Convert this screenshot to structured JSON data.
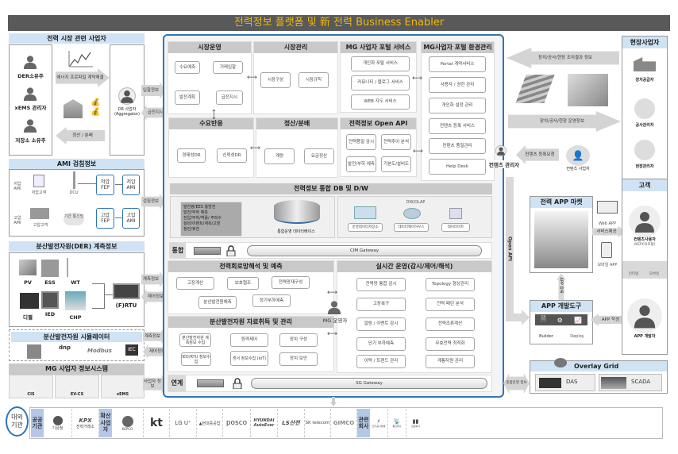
{
  "title": "전력정보 플랫폼 및 新 전력 Business Enabler",
  "market": {
    "header": "전력 시장 관련 사업자",
    "der_owner": "DER소유주",
    "xems": "xEMS 관리자",
    "storage_owner": "저장소 소유주",
    "contract": "에너지 프로파일 계약체결",
    "settle": "정산 / 분배",
    "dr": "DR 사업자",
    "dr2": "(Aggregator)",
    "bid": "입찰정보",
    "dispatch": "급전지시"
  },
  "ami": {
    "header": "AMI 검침정보",
    "low_ami": "저압 AMI",
    "low_customer": "저압고객",
    "dcu": "DCU",
    "low_fep": "저압 FEP",
    "low_ami_box": "저압 AMI",
    "high_ami": "고압 AMI",
    "high_customer": "고압고객",
    "network": "기간 통신망",
    "high_fep": "고압 FEP",
    "high_ami_box": "고압 AMI",
    "meter_info": "검침정보"
  },
  "der": {
    "header": "분산발전자원(DER) 계측정보",
    "items": [
      "PV",
      "ESS",
      "WT",
      "디젤",
      "IED",
      "CHP"
    ],
    "rtu": "(F)RTU",
    "measure": "계측정보",
    "control": "제어정보"
  },
  "sim": {
    "header": "분산발전자원 시뮬레이터",
    "dnp": "dnp",
    "modbus": "Modbus",
    "iec": "IEC",
    "measure": "계측정보",
    "control": "제어정보"
  },
  "mgis": {
    "header": "MG 사업자 정보시스템",
    "items": [
      "CIS",
      "EV-CS",
      "xEMS"
    ],
    "arrow": "사업자 정보"
  },
  "market_ops": {
    "header": "시장운영",
    "items": [
      "수요예측",
      "거래입찰",
      "발전계획",
      "급전지시"
    ]
  },
  "market_mgmt": {
    "header": "시장관리",
    "items": [
      "시장구성",
      "시장규칙"
    ]
  },
  "portal": {
    "header": "MG 사업자 포털 서비스",
    "items": [
      "개인화 포탈 서비스",
      "커뮤니티 / 블로그 서비스",
      "WEB 지도 서비스"
    ]
  },
  "portal_env": {
    "header": "MG사업자 포털 환경관리",
    "items": [
      "Portal 계약서비스",
      "사용자 / 권한 관리",
      "개인화 설정 관리",
      "컨텐츠 등록 서비스",
      "컨텐츠 품질관리",
      "Help Desk"
    ]
  },
  "dr_panel": {
    "header": "수요반응",
    "items": [
      "경제성DR",
      "신뢰성DR"
    ]
  },
  "settlement": {
    "header": "정산/분배",
    "items": [
      "계량",
      "요금정산"
    ]
  },
  "openapi": {
    "header": "전력정보 Open API",
    "items": [
      "전력품질 감시",
      "전력추이 분석",
      "발전/부하 예측",
      "기본도/설비도"
    ]
  },
  "db": {
    "header": "전력정보 통합 DB 및 D/W",
    "list": [
      "발전량/EES 충방전",
      "발전/부하 예측",
      "전압/부하/역률/ 주파수",
      "설비/이벤트/계측/고장",
      "정전/휴전"
    ],
    "db_label": "통합운영 데이터베이스",
    "dw": "DW/OLAP",
    "dw_items": [
      "운영데이터저장소",
      "데이터웨어하우스",
      "데이터마트"
    ]
  },
  "integration": {
    "label": "통합",
    "gateway": "CIM Gateway"
  },
  "network": {
    "header": "전력회로망해석 및 예측",
    "items": [
      "고장계산",
      "보호협조",
      "전력망재구성",
      "분산발전원예측",
      "정기부하예측"
    ]
  },
  "acq": {
    "header": "분산발전자원 자료취득 및 관리",
    "items": [
      "분산발전자원 계측정보 수집",
      "원격제어",
      "장치 구성",
      "IED/RTU 정보수집",
      "센서 정보수집 (IoT)",
      "장치 보안"
    ]
  },
  "realtime": {
    "header": "실시간 운영(감시/제어/해석)",
    "items": [
      "전력망 통합 감시",
      "Topology 형상관리",
      "고장복구",
      "전력 패턴 분석",
      "알람 / 이벤트 감시",
      "전력조류계산",
      "단기 부하예측",
      "무효전력 최적화",
      "이력 / 트렌드 관리",
      "계통자원 관리"
    ]
  },
  "mg_operator": "MG 운영자",
  "link": {
    "label": "연계",
    "gateway": "SG Gateway"
  },
  "field": {
    "header": "현장사업자",
    "items": [
      "장치공급자",
      "공사관리자",
      "현장관리자"
    ],
    "result": "장치/공사/현장 조치결과 정보",
    "ops": "장치/공사/현장 운영정보"
  },
  "content": {
    "manager": "컨텐츠 관리자",
    "request": "컨텐츠 등록요청",
    "provider": "컨텐츠 사업자"
  },
  "customer": {
    "header": "고객",
    "user": "컨텐츠사용자",
    "user2": "(KEPCO포탈)",
    "internet": "인터넷",
    "mobile": "모바일",
    "dev": "APP 개발자"
  },
  "appmarket": {
    "header": "전력 APP 마켓",
    "web": "Web APP",
    "service": "서비스제공",
    "mobile": "모바일 APP",
    "register": "APP 등록"
  },
  "devtool": {
    "header": "APP 개발도구",
    "builder": "Builder",
    "deploy": "Deploy",
    "write": "APP 작성"
  },
  "openapi_label": "Open API",
  "overlay": {
    "header": "Overlay Grid",
    "das": "DAS",
    "scada": "SCADA",
    "info": "종합운영 정보"
  },
  "external": {
    "label": "대외 기관",
    "public": "공공 기관",
    "kma": "기상청",
    "kpx": "KPX",
    "kpx_name": "전력거래소",
    "ext": "확산 사업자",
    "kepco": "KEPCO",
    "companies": [
      "kt",
      "LG U⁺",
      "▲현대중공업",
      "posco",
      "HYUNDAI AutoEver",
      "LS산전",
      "SK telecom",
      "GIMCO"
    ],
    "related": "관련 회사",
    "rel_items": [
      "전기공사업체",
      "통신회사",
      "검침회사"
    ]
  }
}
